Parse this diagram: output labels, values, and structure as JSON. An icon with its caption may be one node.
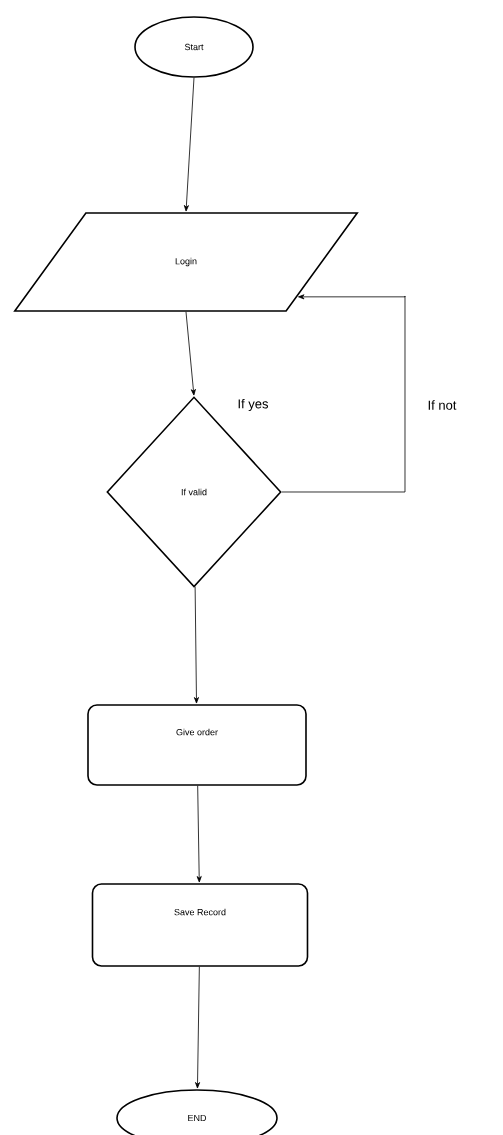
{
  "diagram": {
    "nodes": [
      {
        "text": [
          "Start"
        ]
      },
      {
        "text": [
          "Login"
        ]
      },
      {
        "text": [
          "If valid"
        ]
      },
      {
        "text": [
          "Give order"
        ]
      },
      {
        "text": [
          "Save Record"
        ]
      },
      {
        "text": [
          "END"
        ]
      }
    ],
    "edges": [
      {
        "from": 0,
        "to": 1,
        "arrow": "to"
      },
      {
        "from": 1,
        "to": 2,
        "arrow": "to"
      },
      {
        "from": 2,
        "to": 3,
        "arrow": "to"
      },
      {
        "from": 3,
        "to": 4,
        "arrow": "to"
      },
      {
        "from": 4,
        "to": 5,
        "arrow": "to"
      },
      {
        "from": 2,
        "to": 1,
        "arrow": "to"
      }
    ],
    "labels": [
      "If yes",
      "If not"
    ]
  }
}
